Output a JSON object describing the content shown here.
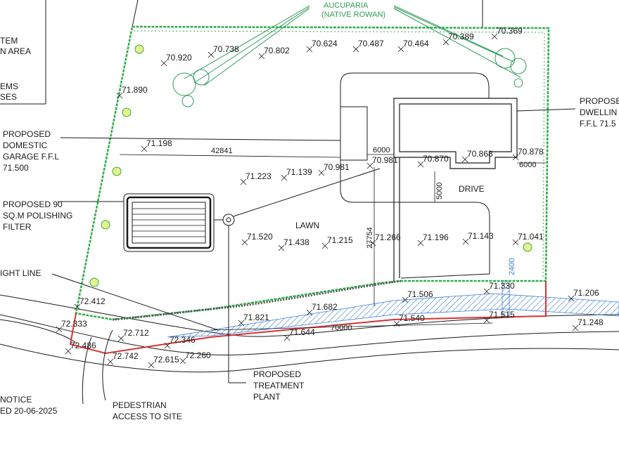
{
  "labels": {
    "tree_species_1": "AUCUPARIA",
    "tree_species_2": "(NATIVE ROWAN)",
    "dwelling_1": "PROPOSE",
    "dwelling_2": "DWELLIN",
    "dwelling_3": "F.F.L 71.5",
    "garage_1": "PROPOSED",
    "garage_2": "DOMESTIC",
    "garage_3": "GARAGE F.F.L",
    "garage_4": "71.500",
    "filter_1": "PROPOSED 90",
    "filter_2": "SQ.M POLISHING",
    "filter_3": "FILTER",
    "lawn": "LAWN",
    "drive": "DRIVE",
    "sight_line": "IGHT LINE",
    "treatment_1": "PROPOSED",
    "treatment_2": "TREATMENT",
    "treatment_3": "PLANT",
    "pedestrian_1": "PEDESTRIAN",
    "pedestrian_2": "ACCESS TO SITE",
    "notice_1": "NOTICE",
    "notice_2": "ED 20-06-2025",
    "legend_1": "TEM",
    "legend_2": "N AREA",
    "legend_3": "EMS",
    "legend_4": "SES"
  },
  "dimensions": {
    "d1": "42841",
    "d2": "6000",
    "d3": "6000",
    "d4": "5000",
    "d5": "27754",
    "d6": "70000",
    "d7": "2400"
  },
  "levels": {
    "l01": "70.920",
    "l02": "70.738",
    "l03": "70.802",
    "l04": "70.624",
    "l05": "70.487",
    "l06": "70.464",
    "l07": "70.389",
    "l08": "70.369",
    "l09": "71.890",
    "l10": "71.198",
    "l11": "71.223",
    "l12": "71.139",
    "l13": "70.981",
    "l14": "70.981",
    "l15": "70.870",
    "l16": "70.868",
    "l17": "70.878",
    "l18": "71.520",
    "l19": "71.438",
    "l20": "71.215",
    "l21": "71.266",
    "l22": "71.196",
    "l23": "71.143",
    "l24": "71.041",
    "l25": "72.412",
    "l26": "71.821",
    "l27": "71.682",
    "l28": "71.506",
    "l29": "71.330",
    "l30": "71.206",
    "l31": "72.333",
    "l32": "72.712",
    "l33": "72.346",
    "l34": "71.644",
    "l35": "71.540",
    "l36": "71.515",
    "l37": "71.248",
    "l38": "72.486",
    "l39": "72.742",
    "l40": "72.615",
    "l41": "72.260"
  },
  "colors": {
    "boundary": "#2fae4a",
    "tree": "#2f9e5a",
    "red_line": "#d63333",
    "hatch": "#3a7bd5",
    "ink": "#1a1a1a"
  }
}
